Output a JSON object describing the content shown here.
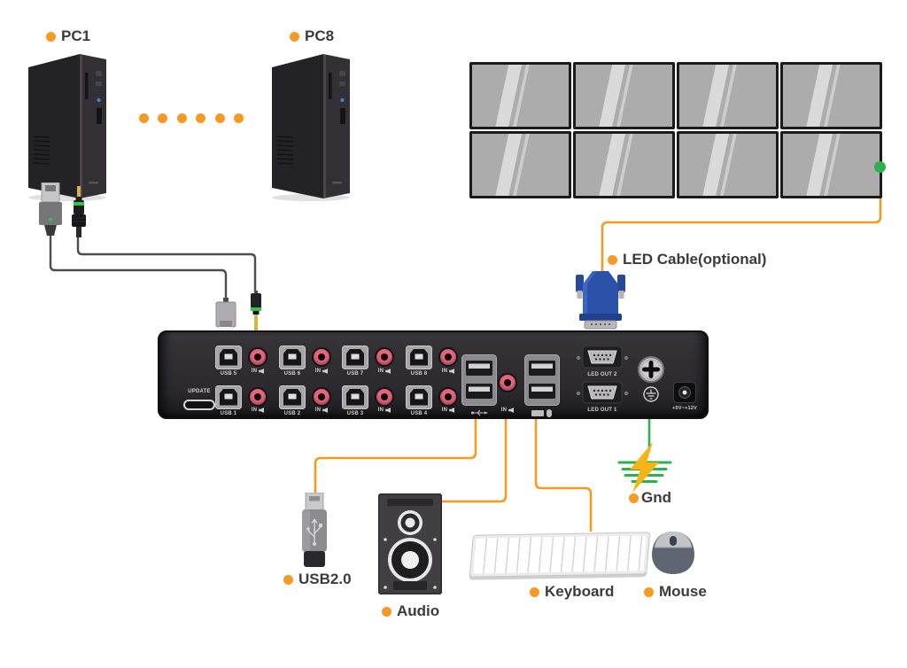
{
  "colors": {
    "orange": "#F59B22",
    "green": "#2BB24C",
    "pink": "#E8647C",
    "wire_dark": "#4D4D4D"
  },
  "pcs": {
    "pc1": "PC1",
    "pc8": "PC8"
  },
  "labels": {
    "led_cable": "LED Cable(optional)",
    "usb20": "USB2.0",
    "audio": "Audio",
    "keyboard": "Keyboard",
    "mouse": "Mouse",
    "gnd": "Gnd"
  },
  "device": {
    "update": "UPDATE",
    "usb_top": [
      "USB 5",
      "USB 6",
      "USB 7",
      "USB 8"
    ],
    "usb_bottom": [
      "USB 1",
      "USB 2",
      "USB 3",
      "USB 4"
    ],
    "in_label": "IN",
    "led_out_top": "LED OUT 2",
    "led_out_bottom": "LED OUT 1",
    "power": "+5V~+12V"
  }
}
